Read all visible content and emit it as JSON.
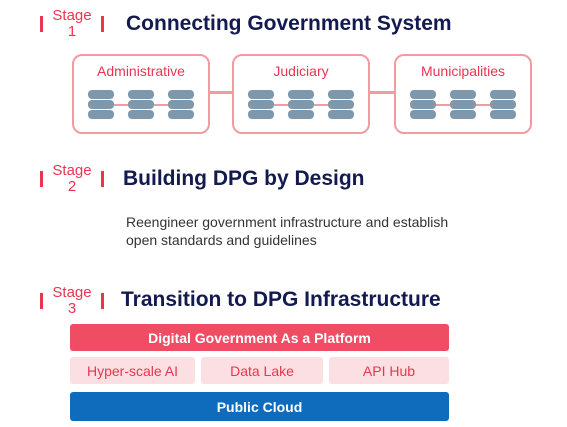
{
  "stage1": {
    "tag_line1": "Stage",
    "tag_line2": "1",
    "title": "Connecting Government System",
    "boxes": [
      {
        "label": "Administrative",
        "icon": "database-icon"
      },
      {
        "label": "Judiciary",
        "icon": "database-icon"
      },
      {
        "label": "Municipalities",
        "icon": "database-icon"
      }
    ]
  },
  "stage2": {
    "tag_line1": "Stage",
    "tag_line2": "2",
    "title": "Building DPG by Design",
    "description_line1": "Reengineer government infrastructure and establish",
    "description_line2": "open standards and guidelines"
  },
  "stage3": {
    "tag_line1": "Stage",
    "tag_line2": "3",
    "title": "Transition to DPG Infrastructure",
    "platform": "Digital Government As a Platform",
    "tools": [
      "Hyper-scale AI",
      "Data Lake",
      "API Hub"
    ],
    "cloud": "Public Cloud"
  },
  "colors": {
    "accent_red": "#e8364f",
    "title_navy": "#131a4f",
    "border_pink": "#f39aa3",
    "db_gray": "#7f97ab",
    "cloud_blue": "#0f6cbd",
    "tool_pink": "#fbdfe2"
  }
}
